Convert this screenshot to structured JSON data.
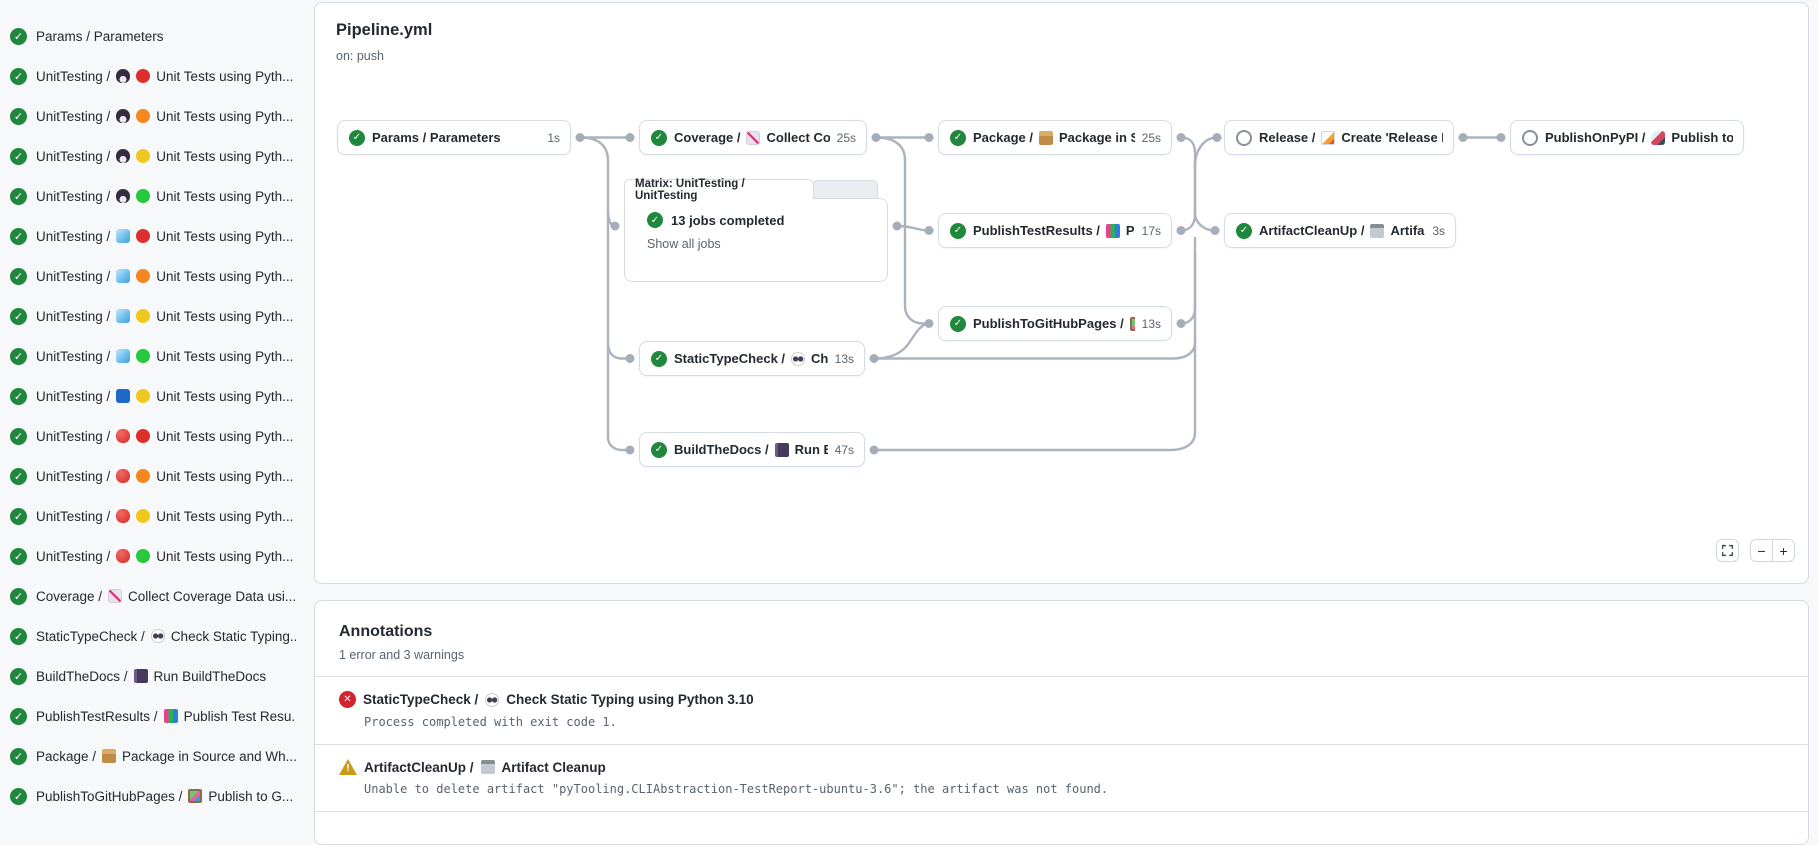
{
  "colors": {
    "page_bg": "#f6f8fa",
    "card_bg": "#ffffff",
    "success_green": "#1f883d",
    "error_red": "#d1242f",
    "warning_amber": "#bf8700",
    "edge_gray": "#aab3be"
  },
  "sidebar": {
    "items": [
      {
        "status": "success",
        "segments": [
          {
            "text": "Params / Parameters"
          }
        ]
      },
      {
        "status": "success",
        "segments": [
          {
            "text": "UnitTesting /"
          },
          {
            "icon": "penguin"
          },
          {
            "icon": "dot-red"
          },
          {
            "text": "Unit Tests using Pyth..."
          }
        ]
      },
      {
        "status": "success",
        "segments": [
          {
            "text": "UnitTesting /"
          },
          {
            "icon": "penguin"
          },
          {
            "icon": "dot-orange"
          },
          {
            "text": "Unit Tests using Pyth..."
          }
        ]
      },
      {
        "status": "success",
        "segments": [
          {
            "text": "UnitTesting /"
          },
          {
            "icon": "penguin"
          },
          {
            "icon": "dot-yellow"
          },
          {
            "text": "Unit Tests using Pyth..."
          }
        ]
      },
      {
        "status": "success",
        "segments": [
          {
            "text": "UnitTesting /"
          },
          {
            "icon": "penguin"
          },
          {
            "icon": "dot-green"
          },
          {
            "text": "Unit Tests using Pyth..."
          }
        ]
      },
      {
        "status": "success",
        "segments": [
          {
            "text": "UnitTesting /"
          },
          {
            "icon": "ice-cube"
          },
          {
            "icon": "dot-red"
          },
          {
            "text": "Unit Tests using Pyth..."
          }
        ]
      },
      {
        "status": "success",
        "segments": [
          {
            "text": "UnitTesting /"
          },
          {
            "icon": "ice-cube"
          },
          {
            "icon": "dot-orange"
          },
          {
            "text": "Unit Tests using Pyth..."
          }
        ]
      },
      {
        "status": "success",
        "segments": [
          {
            "text": "UnitTesting /"
          },
          {
            "icon": "ice-cube"
          },
          {
            "icon": "dot-yellow"
          },
          {
            "text": "Unit Tests using Pyth..."
          }
        ]
      },
      {
        "status": "success",
        "segments": [
          {
            "text": "UnitTesting /"
          },
          {
            "icon": "ice-cube"
          },
          {
            "icon": "dot-green"
          },
          {
            "text": "Unit Tests using Pyth..."
          }
        ]
      },
      {
        "status": "success",
        "segments": [
          {
            "text": "UnitTesting /"
          },
          {
            "icon": "blue-square"
          },
          {
            "icon": "dot-yellow"
          },
          {
            "text": "Unit Tests using Pyth..."
          }
        ]
      },
      {
        "status": "success",
        "segments": [
          {
            "text": "UnitTesting /"
          },
          {
            "icon": "apple"
          },
          {
            "icon": "dot-red"
          },
          {
            "text": "Unit Tests using Pyth..."
          }
        ]
      },
      {
        "status": "success",
        "segments": [
          {
            "text": "UnitTesting /"
          },
          {
            "icon": "apple"
          },
          {
            "icon": "dot-orange"
          },
          {
            "text": "Unit Tests using Pyth..."
          }
        ]
      },
      {
        "status": "success",
        "segments": [
          {
            "text": "UnitTesting /"
          },
          {
            "icon": "apple"
          },
          {
            "icon": "dot-yellow"
          },
          {
            "text": "Unit Tests using Pyth..."
          }
        ]
      },
      {
        "status": "success",
        "segments": [
          {
            "text": "UnitTesting /"
          },
          {
            "icon": "apple"
          },
          {
            "icon": "dot-green"
          },
          {
            "text": "Unit Tests using Pyth..."
          }
        ]
      },
      {
        "status": "success",
        "segments": [
          {
            "text": "Coverage /"
          },
          {
            "icon": "chart-increasing"
          },
          {
            "text": "Collect Coverage Data usi..."
          }
        ]
      },
      {
        "status": "success",
        "segments": [
          {
            "text": "StaticTypeCheck /"
          },
          {
            "icon": "eyes"
          },
          {
            "text": "Check Static Typing..."
          }
        ]
      },
      {
        "status": "success",
        "segments": [
          {
            "text": "BuildTheDocs /"
          },
          {
            "icon": "notebook"
          },
          {
            "text": "Run BuildTheDocs"
          }
        ]
      },
      {
        "status": "success",
        "segments": [
          {
            "text": "PublishTestResults /"
          },
          {
            "icon": "bar-chart"
          },
          {
            "text": "Publish Test Resu..."
          }
        ]
      },
      {
        "status": "success",
        "segments": [
          {
            "text": "Package /"
          },
          {
            "icon": "package"
          },
          {
            "text": "Package in Source and Wh..."
          }
        ]
      },
      {
        "status": "success",
        "segments": [
          {
            "text": "PublishToGitHubPages /"
          },
          {
            "icon": "framed-picture"
          },
          {
            "text": "Publish to G..."
          }
        ]
      }
    ]
  },
  "pipeline": {
    "title": "Pipeline.yml",
    "trigger": "on: push",
    "nodes": [
      {
        "id": "params",
        "status": "success",
        "duration": "1s",
        "segments": [
          {
            "text": "Params / Parameters"
          }
        ]
      },
      {
        "id": "coverage",
        "status": "success",
        "duration": "25s",
        "segments": [
          {
            "text": "Coverage /"
          },
          {
            "icon": "chart-increasing"
          },
          {
            "text": "Collect Cove..."
          }
        ]
      },
      {
        "id": "package",
        "status": "success",
        "duration": "25s",
        "segments": [
          {
            "text": "Package /"
          },
          {
            "icon": "package"
          },
          {
            "text": "Package in So..."
          }
        ]
      },
      {
        "id": "release",
        "status": "skipped",
        "duration": "",
        "segments": [
          {
            "text": "Release /"
          },
          {
            "icon": "memo"
          },
          {
            "text": "Create 'Release P..."
          }
        ]
      },
      {
        "id": "publishonpypi",
        "status": "skipped",
        "duration": "",
        "segments": [
          {
            "text": "PublishOnPyPI /"
          },
          {
            "icon": "rocket"
          },
          {
            "text": "Publish to ..."
          }
        ]
      },
      {
        "id": "publishtestresults",
        "status": "success",
        "duration": "17s",
        "segments": [
          {
            "text": "PublishTestResults /"
          },
          {
            "icon": "bar-chart"
          },
          {
            "text": "Pu..."
          }
        ]
      },
      {
        "id": "artifactcleanup",
        "status": "success",
        "duration": "3s",
        "segments": [
          {
            "text": "ArtifactCleanUp /"
          },
          {
            "icon": "wastebasket"
          },
          {
            "text": "Artifac..."
          }
        ]
      },
      {
        "id": "publishtoghpages",
        "status": "success",
        "duration": "13s",
        "segments": [
          {
            "text": "PublishToGitHubPages /"
          },
          {
            "icon": "framed-picture"
          },
          {
            "text": "..."
          }
        ]
      },
      {
        "id": "statictypecheck",
        "status": "success",
        "duration": "13s",
        "segments": [
          {
            "text": "StaticTypeCheck /"
          },
          {
            "icon": "eyes"
          },
          {
            "text": "Chec..."
          }
        ]
      },
      {
        "id": "buildthedocs",
        "status": "success",
        "duration": "47s",
        "segments": [
          {
            "text": "BuildTheDocs /"
          },
          {
            "icon": "notebook"
          },
          {
            "text": "Run Buil..."
          }
        ]
      }
    ],
    "matrix": {
      "tab": "Matrix: UnitTesting / UnitTesting",
      "summary": "13 jobs completed",
      "link": "Show all jobs"
    },
    "controls": {
      "zoom_out": "−",
      "zoom_in": "+"
    }
  },
  "annotations": {
    "title": "Annotations",
    "subtitle": "1 error and 3 warnings",
    "rows": [
      {
        "level": "error",
        "segments": [
          {
            "text": "StaticTypeCheck /"
          },
          {
            "icon": "eyes"
          },
          {
            "text": "Check Static Typing using Python 3.10"
          }
        ],
        "message": "Process completed with exit code 1."
      },
      {
        "level": "warning",
        "segments": [
          {
            "text": "ArtifactCleanUp /"
          },
          {
            "icon": "wastebasket"
          },
          {
            "text": "Artifact Cleanup"
          }
        ],
        "message": "Unable to delete artifact \"pyTooling.CLIAbstraction-TestReport-ubuntu-3.6\"; the artifact was not found."
      }
    ]
  }
}
